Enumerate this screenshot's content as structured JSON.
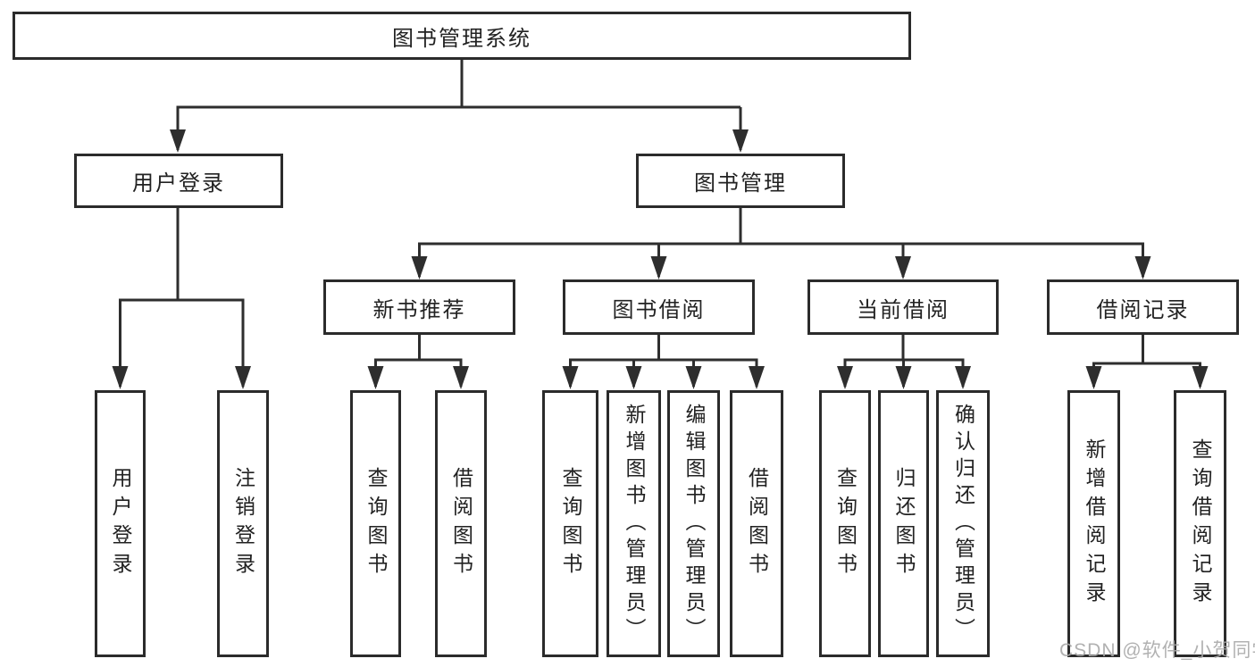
{
  "diagram": {
    "root": "图书管理系统",
    "login": {
      "label": "用户登录",
      "children": [
        "用户登录",
        "注销登录"
      ]
    },
    "management": {
      "label": "图书管理"
    },
    "modules": [
      {
        "label": "新书推荐",
        "children": [
          "查询图书",
          "借阅图书"
        ]
      },
      {
        "label": "图书借阅",
        "children": [
          "查询图书",
          "新增图书（管理员）",
          "编辑图书（管理员）",
          "借阅图书"
        ]
      },
      {
        "label": "当前借阅",
        "children": [
          "查询图书",
          "归还图书",
          "确认归还（管理员）"
        ]
      },
      {
        "label": "借阅记录",
        "children": [
          "新增借阅记录",
          "查询借阅记录"
        ]
      }
    ],
    "watermark": "CSDN @软件_小贺同学",
    "colors": {
      "line": "#2e2e2e",
      "box_border": "#2b2b2b",
      "text": "#222222",
      "watermark": "#a8a8a8"
    }
  }
}
